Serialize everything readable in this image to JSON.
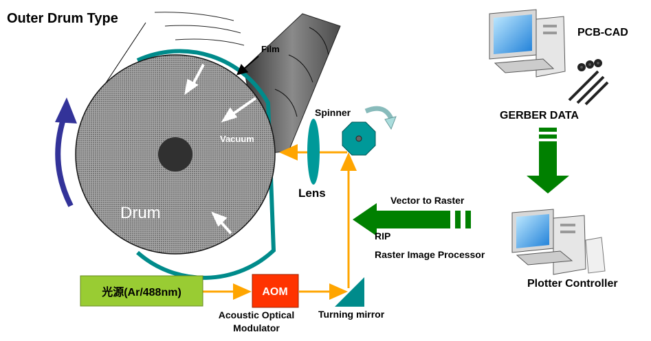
{
  "title": "Outer Drum Type",
  "labels": {
    "film": "Film",
    "vacuum": "Vacuum",
    "drum": "Drum",
    "spinner": "Spinner",
    "lens": "Lens",
    "vector_to_raster": "Vector to Raster",
    "rip": "RIP",
    "rip_full": "Raster Image Processor",
    "light_source": "光源(Ar/488nm)",
    "aom": "AOM",
    "aom_line1": "Acoustic Optical",
    "aom_line2": "Modulator",
    "turning_mirror": "Turning mirror",
    "pcb_cad": "PCB-CAD",
    "gerber_data": "GERBER DATA",
    "plotter_controller": "Plotter Controller"
  },
  "colors": {
    "drum_rim": "#008b8b",
    "drum_fill": "#909090",
    "hub": "#303030",
    "beam": "#ffa500",
    "green_arrow": "#008000",
    "rotation_arrow": "#333399",
    "light_source_bg": "#99cc33",
    "aom_bg": "#ff3300",
    "teal": "#009999"
  },
  "icons": [
    "computer-icon",
    "gerber-pcb-icon"
  ]
}
